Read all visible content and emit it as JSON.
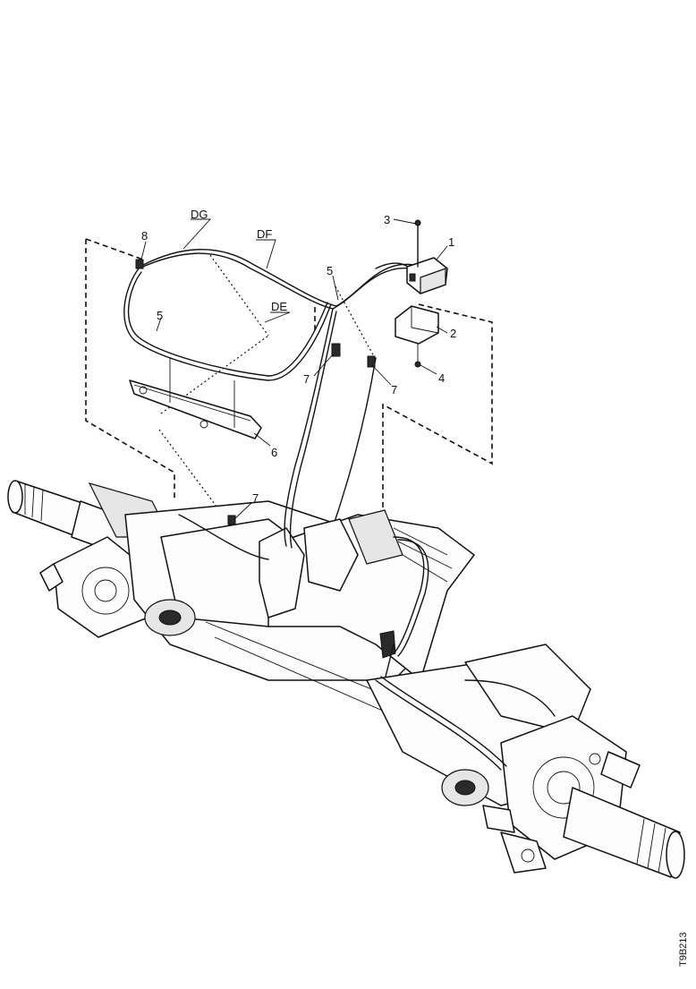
{
  "callouts": {
    "c1": "1",
    "c2": "2",
    "c3": "3",
    "c4": "4",
    "c5a": "5",
    "c5b": "5",
    "c6": "6",
    "c7a": "7",
    "c7b": "7",
    "c7c": "7",
    "c8": "8",
    "cDG": "DG",
    "cDF": "DF",
    "cDE": "DE"
  },
  "drawing_id": "T9B213"
}
